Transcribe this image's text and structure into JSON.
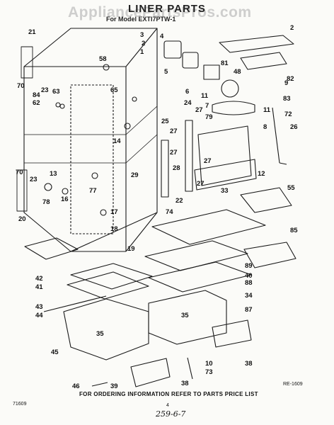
{
  "header": {
    "title": "LINER PARTS",
    "model": "For Model  EXTI7PTW-1",
    "watermark": "AppliancePartsPros.com"
  },
  "footer": {
    "order_note": "FOR ORDERING INFORMATION REFER TO PARTS PRICE LIST",
    "ref_left": "71609",
    "ref_right": "RE-1609",
    "page_number": "4",
    "handwritten": "259-6-7"
  },
  "callouts": [
    "21",
    "3",
    "4",
    "2",
    "2",
    "1",
    "58",
    "5",
    "81",
    "48",
    "82",
    "70",
    "23",
    "63",
    "84",
    "62",
    "65",
    "6",
    "11",
    "7",
    "9",
    "83",
    "14",
    "25",
    "24",
    "27",
    "79",
    "8",
    "11",
    "72",
    "26",
    "29",
    "27",
    "27",
    "27",
    "28",
    "22",
    "27",
    "33",
    "12",
    "70",
    "13",
    "23",
    "77",
    "78",
    "16",
    "20",
    "17",
    "18",
    "19",
    "55",
    "74",
    "85",
    "42",
    "41",
    "89",
    "40",
    "88",
    "43",
    "44",
    "34",
    "35",
    "87",
    "35",
    "45",
    "38",
    "10",
    "73",
    "46",
    "39",
    "38"
  ]
}
